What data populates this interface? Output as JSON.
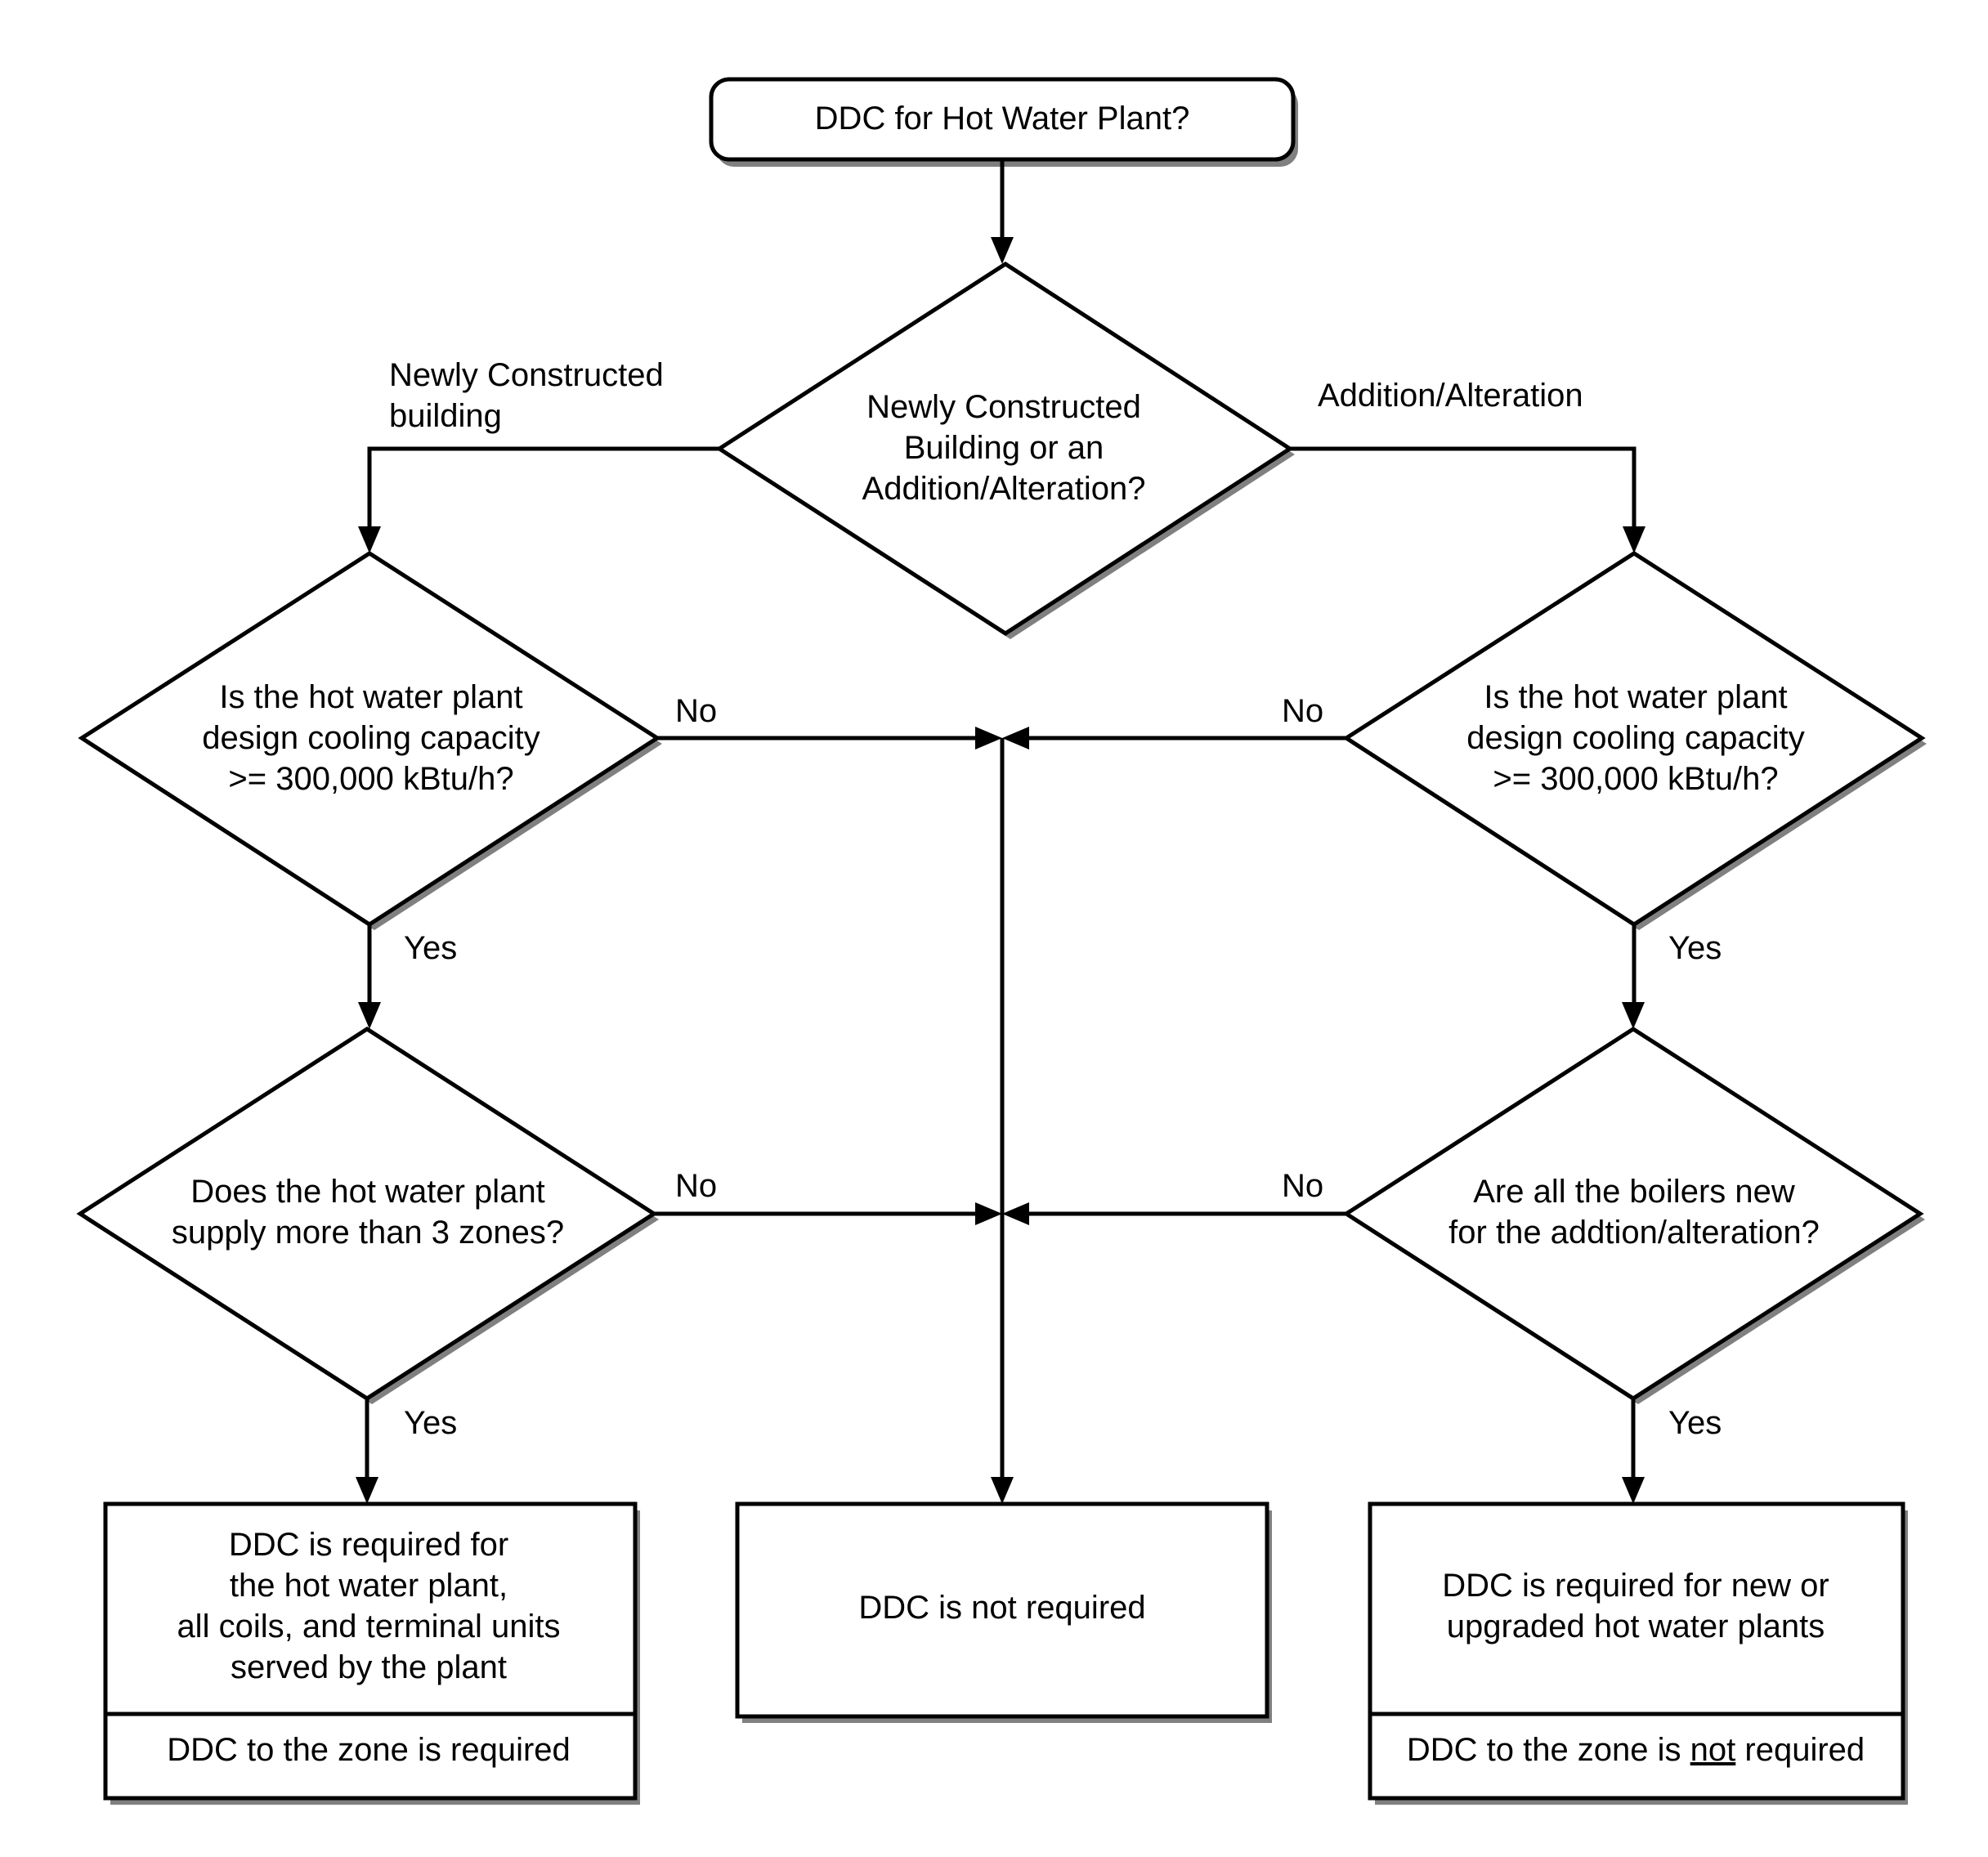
{
  "flowchart": {
    "start": "DDC for Hot Water Plant?",
    "q_building_type": [
      "Newly Constructed",
      "Building or an",
      "Addition/Alteration?"
    ],
    "branch_new": [
      "Newly Constructed",
      "building"
    ],
    "branch_alteration": "Addition/Alteration",
    "q_capacity_left": [
      "Is the hot water plant",
      "design cooling capacity",
      ">= 300,000 kBtu/h?"
    ],
    "q_capacity_right": [
      "Is the hot water plant",
      "design cooling capacity",
      ">= 300,000 kBtu/h?"
    ],
    "q_zones": [
      "Does the hot water plant",
      "supply more than 3 zones?"
    ],
    "q_boilers": [
      "Are all the boilers new",
      "for the addtion/alteration?"
    ],
    "label_yes": "Yes",
    "label_no": "No",
    "result_left": [
      "DDC is required for",
      "the hot water plant,",
      "all coils, and terminal units",
      "served by the plant"
    ],
    "result_left_note": "DDC to the zone is required",
    "result_center": "DDC is not required",
    "result_right": [
      "DDC is required for new or",
      "upgraded hot water plants"
    ],
    "result_right_note_before": "DDC to the zone is ",
    "result_right_note_emph": "not",
    "result_right_note_after": " required"
  }
}
